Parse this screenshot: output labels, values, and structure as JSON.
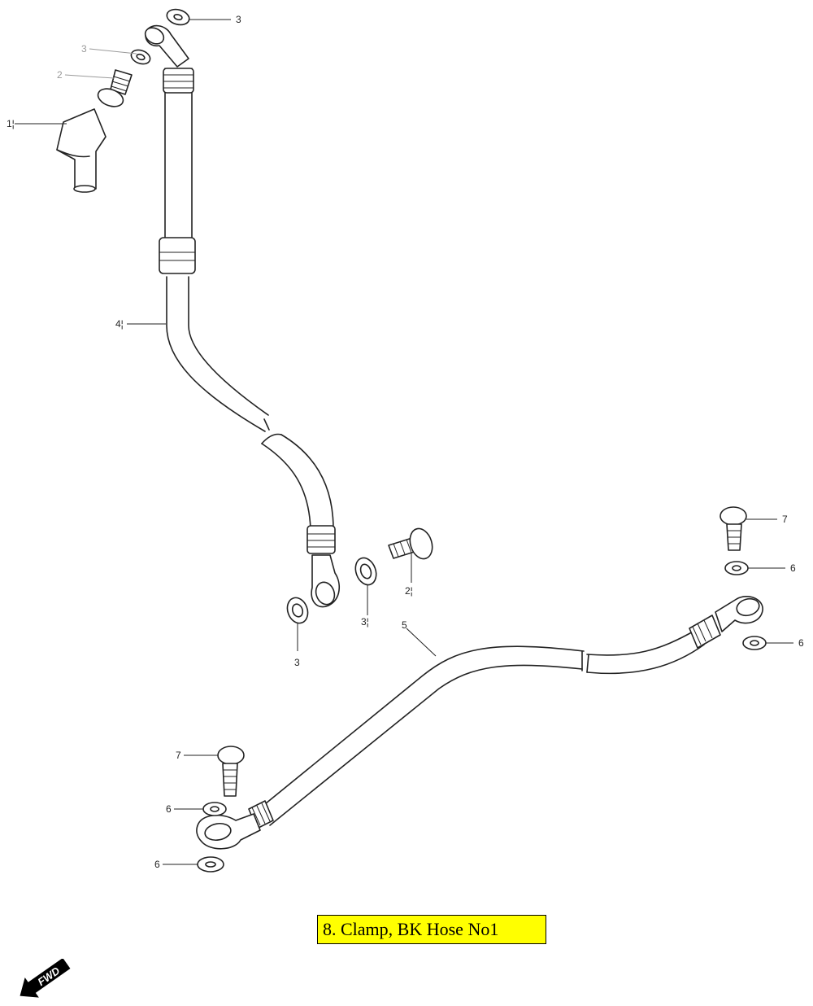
{
  "callouts": {
    "c3_top": "3",
    "c3_upper_faded": "3",
    "c2_upper_faded": "2",
    "c1": "1¦",
    "c4": "4¦",
    "c2_mid": "2¦",
    "c3_mid": "3¦",
    "c3_low": "3",
    "c5": "5",
    "c7_right": "7",
    "c6_right_top": "6",
    "c6_right_bottom": "6",
    "c7_left": "7",
    "c6_left_top": "6",
    "c6_left_bottom": "6"
  },
  "note": "8. Clamp, BK Hose No1",
  "fwd": "FWD",
  "colors": {
    "note_bg": "#ffff00",
    "line": "#222222"
  }
}
